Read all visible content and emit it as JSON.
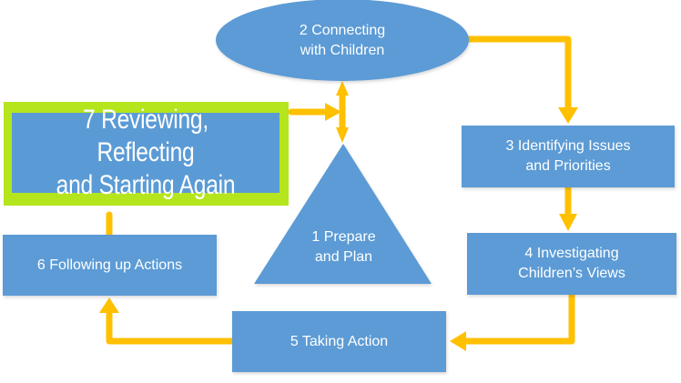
{
  "diagram": {
    "type": "cycle-flowchart",
    "colors": {
      "node_fill": "#5b9bd5",
      "node_text": "#ffffff",
      "arrow": "#ffc000",
      "highlight_border": "#b5e51d"
    },
    "nodes": [
      {
        "id": "step1",
        "shape": "triangle",
        "label": "1 Prepare\nand Plan"
      },
      {
        "id": "step2",
        "shape": "ellipse",
        "label": "2 Connecting\nwith Children"
      },
      {
        "id": "step3",
        "shape": "rectangle",
        "label": "3 Identifying Issues\nand Priorities"
      },
      {
        "id": "step4",
        "shape": "rectangle",
        "label": "4 Investigating\nChildren’s Views"
      },
      {
        "id": "step5",
        "shape": "rectangle",
        "label": "5 Taking Action"
      },
      {
        "id": "step6",
        "shape": "rectangle",
        "label": "6 Following up Actions"
      },
      {
        "id": "step7",
        "shape": "rectangle",
        "highlighted": true,
        "label": "7 Reviewing, Reflecting\nand Starting Again"
      }
    ],
    "edges": [
      {
        "from": "step2",
        "to": "step3"
      },
      {
        "from": "step3",
        "to": "step4"
      },
      {
        "from": "step4",
        "to": "step5"
      },
      {
        "from": "step5",
        "to": "step6"
      },
      {
        "from": "step6",
        "to": "step7"
      },
      {
        "from": "step7",
        "to": "step1-step2-connector"
      },
      {
        "from": "step1",
        "to": "step2",
        "bidirectional": true
      }
    ]
  }
}
